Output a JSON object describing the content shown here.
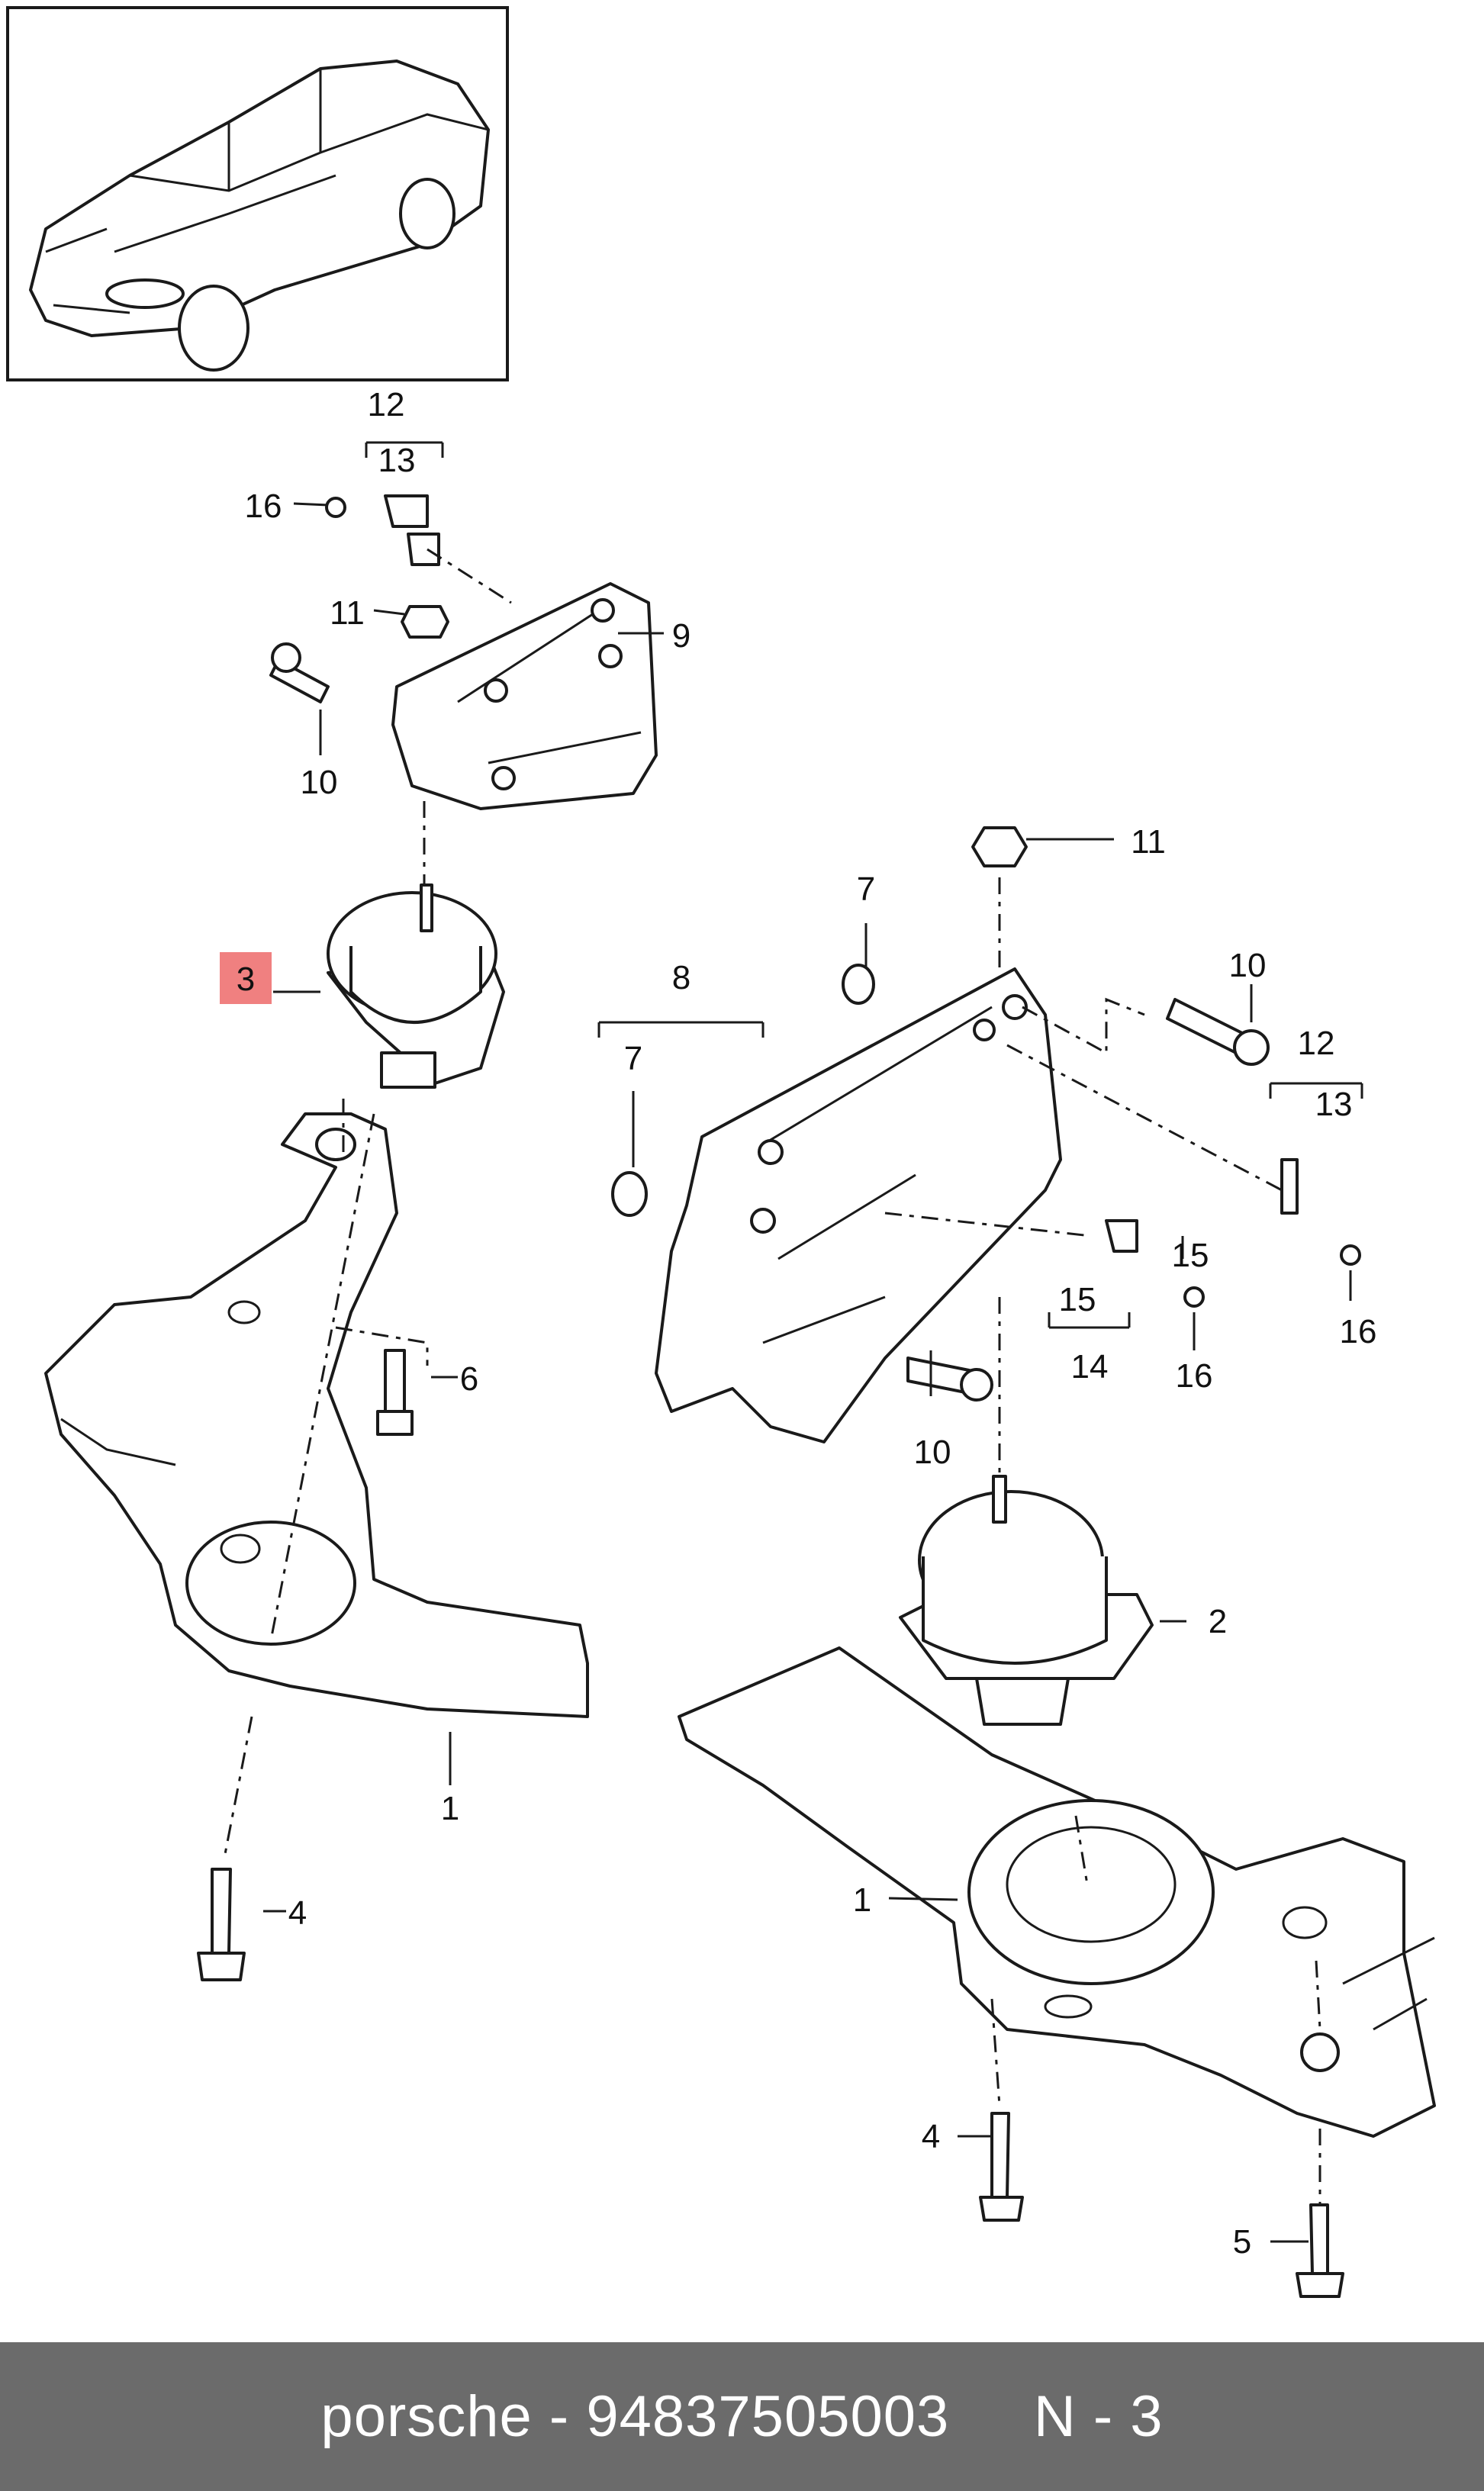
{
  "callouts": {
    "c12_top": "12",
    "c13_top": "13",
    "c16_top": "16",
    "c11_top": "11",
    "c9": "9",
    "c10_top": "10",
    "c3": "3",
    "c6": "6",
    "c1_left": "1",
    "c4_left": "4",
    "c11_right": "11",
    "c7_upper": "7",
    "c8": "8",
    "c7_lower": "7",
    "c10_right": "10",
    "c12_right": "12",
    "c13_right": "13",
    "c16_right": "16",
    "c15_a": "15",
    "c15_b": "15",
    "c14": "14",
    "c16_mid": "16",
    "c10_bottom": "10",
    "c2": "2",
    "c1_right": "1",
    "c4_right": "4",
    "c5": "5"
  },
  "colors": {
    "highlight": "#f08080",
    "caption_bar": "#6b6b6b",
    "caption_text": "#ffffff"
  },
  "caption": {
    "text": "porsche - 94837505003     N - 3"
  }
}
